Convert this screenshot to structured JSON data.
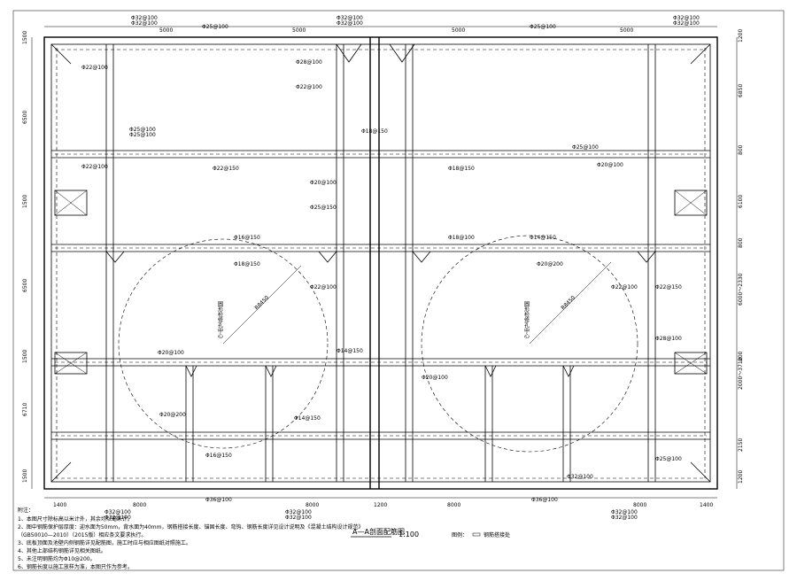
{
  "drawing": {
    "title": "A—A剖面配筋图",
    "scale": "1:100",
    "legend_label": "图例：",
    "legend_item": "钢筋搭接处",
    "notes_heading": "附注：",
    "notes": [
      "1、本图尺寸除标高以米计外，其余均以毫米计。",
      "2、图中钢筋保护层厚度：迎水面为50mm，背水面为40mm，钢筋搭接长度、锚固长度、弯钩、钢筋长度详见设计说明及《混凝土结构设计规范》",
      "（GB50010—2010）（2015版）相应条文要求执行。",
      "3、底板顶面及池壁内侧钢筋详见配筋图，施工时应与相应图纸对照施工。",
      "4、其他上部结构钢筋详见相关图纸。",
      "5、未注明钢筋均为Φ10@200。",
      "6、钢筋长度以施工放样为准，本图只作为参考。"
    ],
    "circle_labels": [
      "圆形检修孔中心",
      "圆形检修孔中心"
    ],
    "radius_labels": [
      "R8450",
      "R8450"
    ]
  },
  "dims_top": [
    "5000",
    "5000",
    "5000",
    "5000"
  ],
  "dims_left": [
    "1500",
    "6500",
    "1500",
    "6500",
    "1500",
    "6710",
    "1500"
  ],
  "dims_right": [
    "1200",
    "6850",
    "800",
    "6100",
    "800",
    "6000～2330",
    "800",
    "2000～3712",
    "2150",
    "1200"
  ],
  "dims_bottom": [
    "1400",
    "8000",
    "8000",
    "1200",
    "8000",
    "8000",
    "1400"
  ],
  "rebar_top": [
    "Φ32@100",
    "Φ32@100",
    "Φ25@100",
    "Φ32@100",
    "Φ32@100",
    "Φ25@100",
    "Φ32@100",
    "Φ32@100"
  ],
  "rebar_bottom": [
    "Φ32@100",
    "Φ32@100",
    "Φ36@100",
    "Φ32@100",
    "Φ32@100",
    "Φ36@100",
    "Φ32@100",
    "Φ32@100"
  ],
  "rebar_misc": [
    "Φ22@100",
    "Φ28@100",
    "Φ22@100",
    "Φ25@100",
    "Φ25@100",
    "Φ22@150",
    "Φ22@100",
    "Φ16@150",
    "Φ18@150",
    "Φ18@150",
    "Φ14@150",
    "Φ20@100",
    "Φ20@200",
    "Φ16@150",
    "Φ14@150",
    "Φ22@100",
    "Φ25@150",
    "Φ20@100",
    "Φ18@150",
    "Φ18@100",
    "Φ14@150",
    "Φ20@200",
    "Φ25@100",
    "Φ20@100",
    "Φ22@100",
    "Φ22@150",
    "Φ28@100",
    "Φ25@100",
    "Φ32@100",
    "Φ20@100"
  ]
}
